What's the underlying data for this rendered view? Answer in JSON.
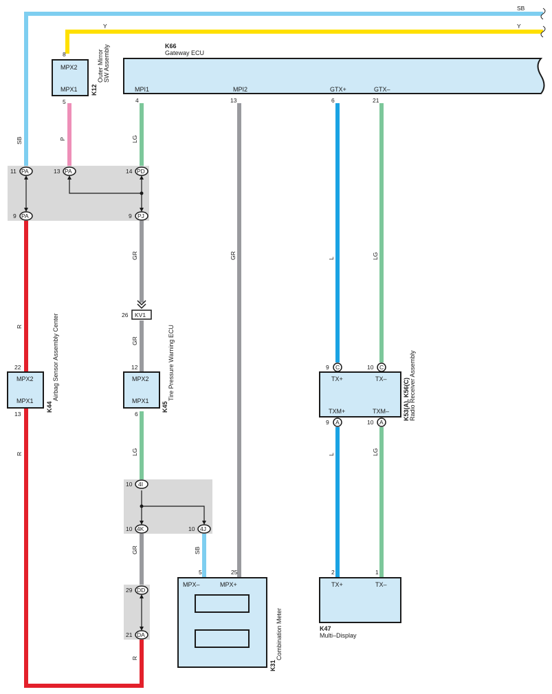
{
  "colors": {
    "SB": "#7ecef0",
    "Y": "#ffe000",
    "P": "#ee8fb8",
    "LG": "#7cc79a",
    "GR": "#999a9e",
    "R": "#e3202b",
    "L": "#1aa3e3",
    "component_fill": "#cfe9f7",
    "junction_fill": "#d9d9d9"
  },
  "wires": {
    "sb_top": "SB",
    "y_top_left": "Y",
    "y_top_right": "Y",
    "sb_left": "SB",
    "p_k12": "P",
    "lg_mpi1": "LG",
    "gr_mpi2": "GR",
    "l_gtx": "L",
    "lg_gtx": "LG",
    "gr_pj": "GR",
    "r_left": "R",
    "gr_kv1": "GR",
    "r_k44": "R",
    "lg_k45": "LG",
    "l_txm": "L",
    "lg_txm": "LG",
    "sb_4j": "SB",
    "gr_4k": "GR",
    "r_da": "R"
  },
  "components": {
    "k66": {
      "id": "K66",
      "name": "Gateway ECU",
      "mpi1": "MPI1",
      "mpi2": "MPI2",
      "gtxp": "GTX+",
      "gtxm": "GTX–",
      "pin_mpi1": "4",
      "pin_mpi2": "13",
      "pin_gtxp": "6",
      "pin_gtxm": "21"
    },
    "k12": {
      "id": "K12",
      "name1": "Outer Mirror",
      "name2": "SW Assembly",
      "mpx2": "MPX2",
      "mpx1": "MPX1",
      "pin_top": "8",
      "pin_bottom": "5"
    },
    "k44": {
      "id": "K44",
      "name": "Airbag Sensor Assembly Center",
      "mpx2": "MPX2",
      "mpx1": "MPX1",
      "pin_top": "22",
      "pin_bottom": "13"
    },
    "k45": {
      "id": "K45",
      "name": "Tire Pressure Warning ECU",
      "mpx2": "MPX2",
      "mpx1": "MPX1",
      "pin_top": "12",
      "pin_bottom": "6"
    },
    "k53": {
      "id": "K53(A), K56(C)",
      "name": "Radio Receiver Assembly",
      "txp": "TX+",
      "txm": "TX–",
      "txmp": "TXM+",
      "txmm": "TXM–",
      "pin_a": "9",
      "pin_b": "10",
      "pin_c": "9",
      "pin_d": "10",
      "conn_top": "C",
      "conn_bottom": "A"
    },
    "k31": {
      "id": "K31",
      "name": "Combination Meter",
      "mpxm": "MPX–",
      "mpxp": "MPX+",
      "pin_mpxm": "5",
      "pin_mpxp": "25"
    },
    "k47": {
      "id": "K47",
      "name": "Multi–Display",
      "txp": "TX+",
      "txm": "TX–",
      "pin_txp": "2",
      "pin_txm": "1"
    }
  },
  "junctions": {
    "pa11": {
      "pin": "11",
      "label": "PA"
    },
    "pa13": {
      "pin": "13",
      "label": "PA"
    },
    "pd14": {
      "pin": "14",
      "label": "PD"
    },
    "pa9": {
      "pin": "9",
      "label": "PA"
    },
    "pj9": {
      "pin": "9",
      "label": "PJ"
    },
    "i4": {
      "pin": "10",
      "label": "4I"
    },
    "k4": {
      "pin": "10",
      "label": "4K"
    },
    "j4": {
      "pin": "10",
      "label": "4J"
    },
    "dd": {
      "pin": "29",
      "label": "DD"
    },
    "da": {
      "pin": "21",
      "label": "DA"
    }
  },
  "kv1": {
    "pin": "26",
    "label": "KV1"
  }
}
